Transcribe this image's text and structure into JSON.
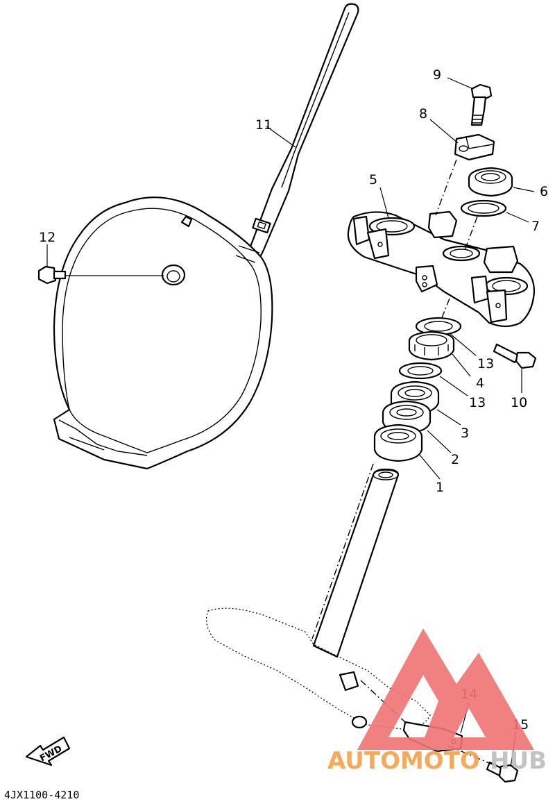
{
  "diagram": {
    "callouts": [
      {
        "id": "c1",
        "label": "1"
      },
      {
        "id": "c2",
        "label": "2"
      },
      {
        "id": "c3",
        "label": "3"
      },
      {
        "id": "c4",
        "label": "4"
      },
      {
        "id": "c5",
        "label": "5"
      },
      {
        "id": "c6",
        "label": "6"
      },
      {
        "id": "c7",
        "label": "7"
      },
      {
        "id": "c8",
        "label": "8"
      },
      {
        "id": "c9",
        "label": "9"
      },
      {
        "id": "c10",
        "label": "10"
      },
      {
        "id": "c11",
        "label": "11"
      },
      {
        "id": "c12",
        "label": "12"
      },
      {
        "id": "c13a",
        "label": "13"
      },
      {
        "id": "c13b",
        "label": "13"
      },
      {
        "id": "c14",
        "label": "14"
      },
      {
        "id": "c15",
        "label": "15"
      }
    ],
    "diagram_code": "4JX1100-4210",
    "fwd_label": "FWD"
  },
  "watermark": {
    "text_part1": "AUTOMOTO",
    "text_part2": "HUB",
    "colors": {
      "logo": "#f07373",
      "text_orange": "#f5a04a",
      "text_gray": "#bdbdbd"
    }
  }
}
